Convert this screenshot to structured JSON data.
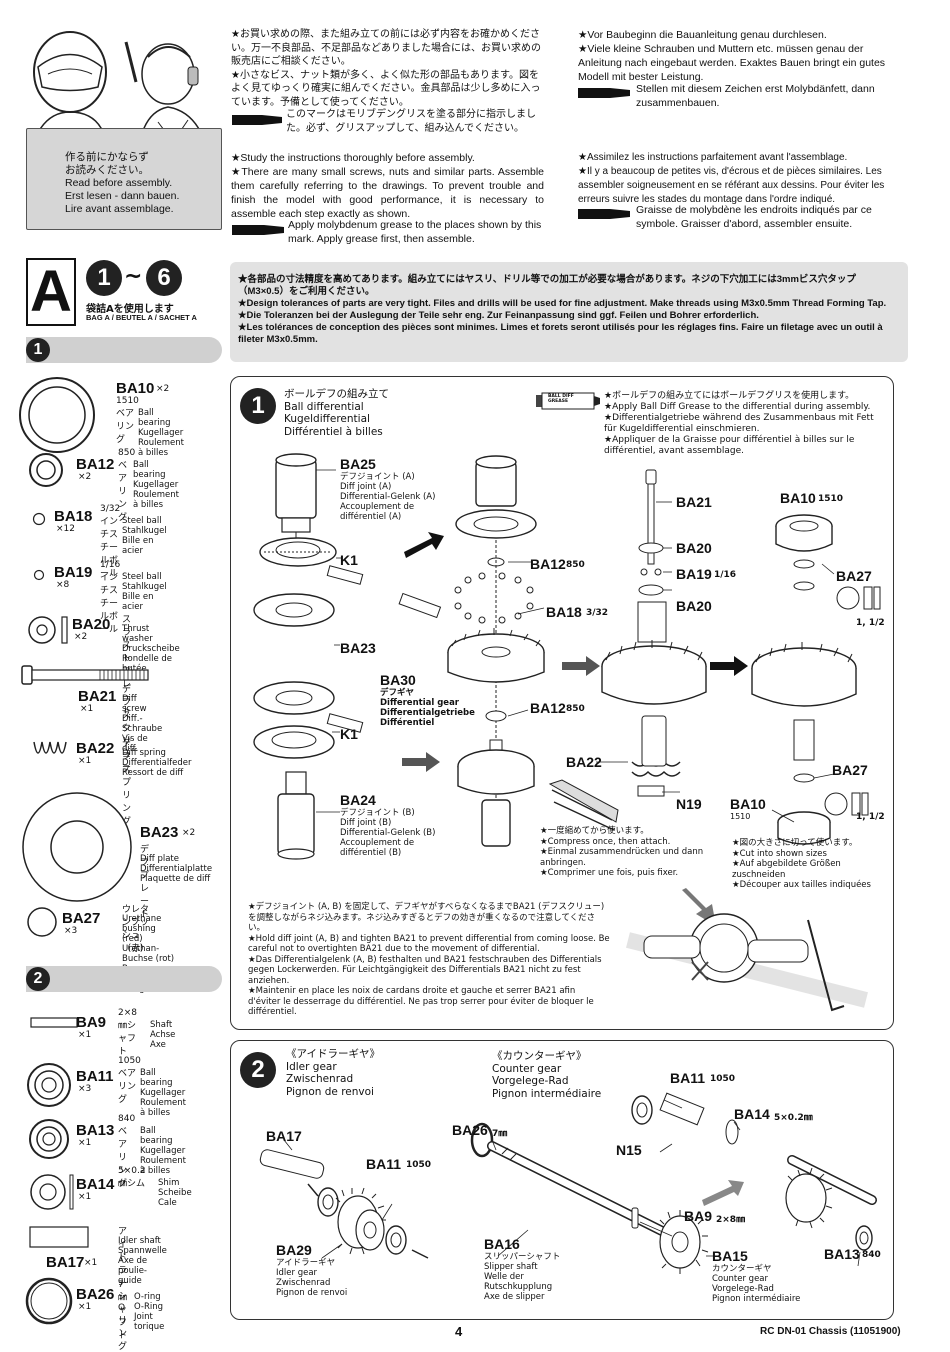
{
  "intro": {
    "sign": "作る前にかならず\nお読みください。\nRead before assembly.\nErst lesen - dann bauen.\nLire avant assemblage.",
    "jp": "★お買い求めの際、また組み立ての前には必ず内容をお確かめください。万一不良部品、不足部品などありました場合には、お買い求めの販売店にご相談ください。\n★小さなビス、ナット類が多く、よく似た形の部品もあります。図をよく見てゆっくり確実に組んでください。金具部品は少し多めに入っています。予備として使ってください。",
    "jp_grease": "このマークはモリブデングリスを塗る部分に指示しました。必ず、グリスアップして、組み込んでください。",
    "de": "★Vor Baubeginn die Bauanleitung genau durchlesen.\n★Viele kleine Schrauben und Muttern etc. müssen genau der Anleitung nach eingebaut werden. Exaktes Bauen bringt ein gutes Modell mit bester Leistung.",
    "de_grease": "Stellen mit diesem Zeichen erst Molybdänfett, dann zusammenbauen.",
    "en": "★Study the instructions thoroughly before assembly.\n★There are many small screws, nuts and similar parts. Assemble them carefully referring to the drawings. To prevent trouble and finish the model with good performance, it is necessary to assemble each step exactly as shown.",
    "en_grease": "Apply molybdenum grease to the places shown by this mark. Apply grease first, then assemble.",
    "fr": "★Assimilez les instructions parfaitement avant l'assemblage.\n★Il y a beaucoup de petites vis, d'écrous et de pièces similaires. Les assembler soigneusement en se référant aux dessins. Pour éviter les erreurs suivre les stades du montage dans l'ordre indiqué.",
    "fr_grease": "Graisse de molybdène les endroits indiqués par ce symbole. Graisser d'abord, assembler ensuite."
  },
  "section": {
    "letter": "A",
    "step_from": "1",
    "tilde": "~",
    "step_to": "6",
    "bag_jp": "袋詰Aを使用します",
    "bag": "BAG A / BEUTEL A / SACHET A",
    "note": "★各部品の寸法精度を高めてあります。組み立てにはヤスリ、ドリル等での加工が必要な場合があります。ネジの下穴加工には3mmビス穴タップ（M3×0.5）をご利用ください。\n★Design tolerances of parts are very tight. Files and drills will be used for fine adjustment. Make threads using M3x0.5mm Thread Forming Tap.\n★Die Toleranzen bei der Auslegung der Teile sehr eng. Zur Feinanpassung sind ggf. Feilen und Bohrer erforderlich.\n★Les tolérances de conception des pièces sont minimes. Limes et forets seront utilisés pour les réglages fins. Faire un filetage avec un outil à fileter M3x0.5mm."
  },
  "parts1": [
    {
      "code": "BA10",
      "count": "×2",
      "jp": "1510ベアリング",
      "desc": "Ball bearing\nKugellager\nRoulement à billes"
    },
    {
      "code": "BA12",
      "count": "×2",
      "jp": "850ベアリング",
      "desc": "Ball bearing\nKugellager\nRoulement à billes"
    },
    {
      "code": "BA18",
      "count": "×12",
      "jp": "3/32インチスチールボール",
      "desc": "Steel ball\nStahlkugel\nBille en acier"
    },
    {
      "code": "BA19",
      "count": "×8",
      "jp": "1/16インチスチールボール",
      "desc": "Steel ball\nStahlkugel\nBille en acier"
    },
    {
      "code": "BA20",
      "count": "×2",
      "jp": "スラストプレート",
      "desc": "Thrust washer\nDruckscheibe\nRondelle de butée"
    },
    {
      "code": "BA21",
      "count": "×1",
      "jp": "デフスクリュー",
      "desc": "Diff screw\nDiff.-Schraube\nVis de diff."
    },
    {
      "code": "BA22",
      "count": "×1",
      "jp": "デフスプリング",
      "desc": "Diff spring\nDifferentialfeder\nRessort de diff"
    },
    {
      "code": "BA23",
      "count": "×2",
      "jp": "デフプレート",
      "desc": "Diff plate\nDifferentialplatte\nPlaquette de diff"
    },
    {
      "code": "BA27",
      "count": "×3",
      "jp": "ウレタンブッシュ（赤）",
      "desc": "Urethane bushing (red)\nUrethan-Buchse (rot)\nBague polyuréthane (rouge)"
    }
  ],
  "parts2": [
    {
      "code": "BA9",
      "count": "×1",
      "jp": "2×8㎜シャフト",
      "desc": "Shaft\nAchse\nAxe"
    },
    {
      "code": "BA11",
      "count": "×3",
      "jp": "1050ベアリング",
      "desc": "Ball bearing\nKugellager\nRoulement à billes"
    },
    {
      "code": "BA13",
      "count": "×1",
      "jp": "840ベアリング",
      "desc": "Ball bearing\nKugellager\nRoulement à billes"
    },
    {
      "code": "BA14",
      "count": "×1",
      "jp": "5×0.2㎜シム",
      "desc": "Shim\nScheibe\nCale"
    },
    {
      "code": "BA17",
      "count": "×1",
      "jp": "アイドラーシャフト",
      "desc": "Idler shaft\nSpannwelle\nAxe de poulie-guide"
    },
    {
      "code": "BA26",
      "count": "×1",
      "jp": "7㎜Oリング",
      "desc": "O-ring\nO-Ring\nJoint torique"
    }
  ],
  "step1": {
    "num": "1",
    "title": "ボールデフの組み立て\nBall differential\nKugeldifferential\nDifférentiel à billes",
    "grease_tube": "BALL DIFF GREASE",
    "grease_note": "★ボールデフの組み立てにはボールデフグリスを使用します。\n★Apply Ball Diff Grease to the differential during assembly.\n★Differentialgetriebe während des Zusammenbaus mit Fett für Kugeldifferential einschmieren.\n★Appliquer de la Graisse pour différentiel à billes sur le différentiel, avant assemblage.",
    "ba25_label": "BA25",
    "ba25_desc": "デフジョイント (A)\nDiff joint (A)\nDifferential-Gelenk (A)\nAccouplement de\ndifférentiel (A)",
    "k1a": "K1",
    "ba23": "BA23",
    "k1b": "K1",
    "ba24_label": "BA24",
    "ba24_desc": "デフジョイント (B)\nDiff joint (B)\nDifferential-Gelenk (B)\nAccouplement de\ndifférentiel (B)",
    "ba12a": "BA12",
    "ba12a_size": "850",
    "ba18": "BA18",
    "ba18_size": "3/32",
    "ba30_label": "BA30",
    "ba30_desc": "デフギヤ\nDifferential gear\nDifferentialgetriebe\nDifférentiel",
    "ba12b": "BA12",
    "ba12b_size": "850",
    "ba22": "BA22",
    "n19": "N19",
    "compress": "★一度縮めてから使います。\n★Compress once, then attach.\n★Einmal zusammendrücken und dann anbringen.\n★Comprimer une fois, puis fixer.",
    "ba21": "BA21",
    "ba20a": "BA20",
    "ba19": "BA19",
    "ba19_size": "1/16",
    "ba20b": "BA20",
    "ba10a": "BA10",
    "ba10a_size": "1510",
    "ba27a": "BA27",
    "ba27a_sizes": "1, 1/2",
    "ba27b": "BA27",
    "ba10b": "BA10",
    "ba10b_size": "1510",
    "ba27b_sizes": "1, 1/2",
    "cut_note": "★図の大きさに切って使います。\n★Cut into shown sizes\n★Auf abgebildete Größen zuschneiden\n★Découper aux tailles indiquées",
    "tighten_note": "★デフジョイント (A, B) を固定して、デフギヤがすべらなくなるまでBA21 (デフスクリュー) を調整しながらネジ込みます。ネジ込みすぎるとデフの効きが重くなるので注意してください。\n★Hold diff joint (A, B) and tighten BA21 to prevent differential from coming loose. Be careful not to overtighten BA21 due to the movement of differential.\n★Das Differentialgelenk (A, B) festhalten und BA21 festschrauben des Differentials gegen Lockerwerden. Für Leichtgängigkeit des Differentials BA21 nicht zu fest anziehen.\n★Maintenir en place les noix de cardans droite et gauche et serrer BA21 afin d'éviter le desserrage du différentiel. Ne pas trop serrer pour éviter de bloquer le différentiel."
  },
  "step2": {
    "num": "2",
    "idler_title": "《アイドラーギヤ》\nIdler gear\nZwischenrad\nPignon de renvoi",
    "counter_title": "《カウンターギヤ》\nCounter gear\nVorgelege-Rad\nPignon intermédiaire",
    "ba17": "BA17",
    "ba11a": "BA11",
    "ba11a_size": "1050",
    "ba29_label": "BA29",
    "ba29_desc": "アイドラーギヤ\nIdler gear\nZwischenrad\nPignon de renvoi",
    "ba26": "BA26",
    "ba26_size": "7㎜",
    "ba11b": "BA11",
    "ba11b_size": "1050",
    "ba14": "BA14",
    "ba14_size": "5×0.2㎜",
    "n15": "N15",
    "ba9": "BA9",
    "ba9_size": "2×8㎜",
    "ba16_label": "BA16",
    "ba16_desc": "スリッパーシャフト\nSlipper shaft\nWelle der\nRutschkupplung\nAxe de slipper",
    "ba15_label": "BA15",
    "ba15_desc": "カウンターギヤ\nCounter gear\nVorgelege-Rad\nPignon intermédiaire",
    "ba13": "BA13",
    "ba13_size": "840"
  },
  "footer": {
    "page": "4",
    "model": "RC DN-01 Chassis (11051900)"
  }
}
